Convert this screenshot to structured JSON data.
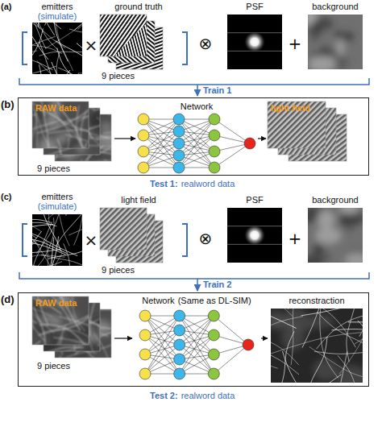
{
  "diagram": {
    "nodes": [
      {
        "text": [
          "emitters",
          "(simulate)"
        ]
      },
      {
        "text": [
          "ground truth"
        ]
      },
      {
        "text": [
          "PSF"
        ]
      },
      {
        "text": [
          "background"
        ]
      },
      {
        "text": [
          "(b)"
        ]
      },
      {
        "text": [
          "RAW data"
        ],
        "in": 4
      },
      {
        "text": [
          "Network"
        ],
        "in": 4
      },
      {
        "text": [
          "light field"
        ],
        "in": 4
      },
      {
        "text": [
          "emitters",
          "(simulate)"
        ]
      },
      {
        "text": [
          "light field"
        ]
      },
      {
        "text": [
          "PSF"
        ]
      },
      {
        "text": [
          "background"
        ]
      },
      {
        "text": [
          "(d)"
        ]
      },
      {
        "text": [
          "RAW data"
        ],
        "in": 12
      },
      {
        "text": [
          "Network",
          "(Same as DL-SIM)"
        ],
        "in": 12
      },
      {
        "text": [
          "reconstraction"
        ],
        "in": 12
      }
    ],
    "edges": [
      {
        "from": 5,
        "to": 6,
        "arrow": "to"
      },
      {
        "from": 6,
        "to": 7,
        "arrow": "to"
      },
      {
        "from": 13,
        "to": 14,
        "arrow": "to"
      },
      {
        "from": 14,
        "to": 15,
        "arrow": "to"
      }
    ],
    "labels": [
      "(a)",
      "×",
      "9 pieces",
      "⊗",
      "+",
      "Train 1",
      "9 pieces",
      "Test 1:",
      "realword data",
      "(c)",
      "×",
      "9 pieces",
      "⊗",
      "+",
      "Train 2",
      "9 pieces",
      "Test 2:",
      "realword data"
    ]
  }
}
